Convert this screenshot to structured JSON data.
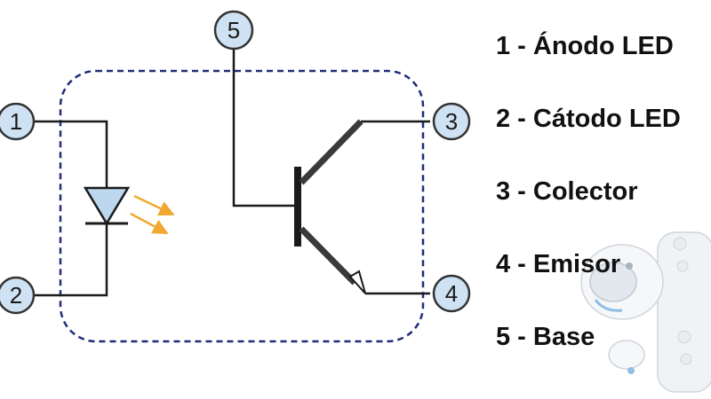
{
  "pins": [
    {
      "id": "1",
      "label": "1"
    },
    {
      "id": "2",
      "label": "2"
    },
    {
      "id": "3",
      "label": "3"
    },
    {
      "id": "4",
      "label": "4"
    },
    {
      "id": "5",
      "label": "5"
    }
  ],
  "legend": [
    "1 - Ánodo LED",
    "2 - Cátodo LED",
    "3 - Colector",
    "4 - Emisor",
    "5 - Base"
  ],
  "colors": {
    "pin_fill": "#cfe2f3",
    "pin_stroke": "#333333",
    "package_border": "#1f2d7a",
    "led_fill": "#bcd7ee",
    "light_arrows": "#f0a830",
    "wire": "#1a1a1a",
    "transistor": "#3a3a3a"
  },
  "icons": {
    "led": "led-diode-icon",
    "light_arrows": "light-emission-icon",
    "transistor": "npn-phototransistor-icon",
    "mascot": "robot-mascot-icon"
  }
}
